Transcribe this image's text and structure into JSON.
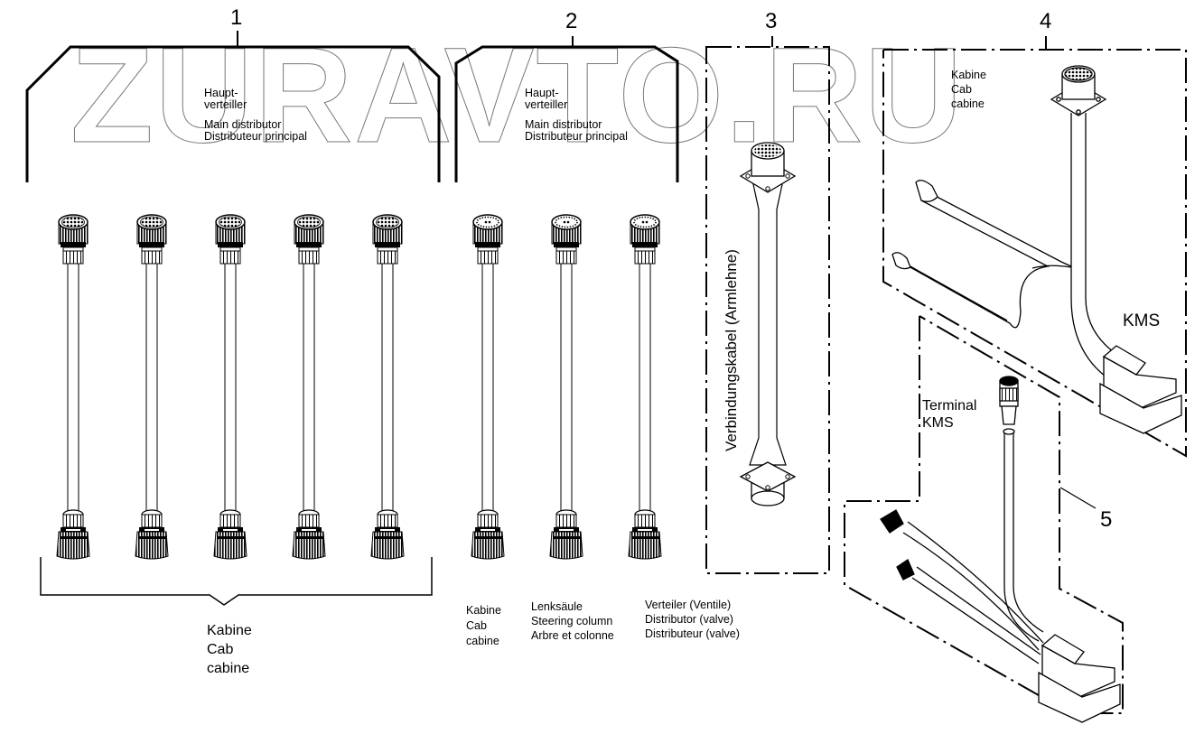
{
  "watermark": "ZURAVTO.RU",
  "groups": [
    {
      "number": "1",
      "header_lines": [
        "Haupt-",
        "verteiller"
      ],
      "header_sub": [
        "Main distributor",
        "Distributeur principal"
      ],
      "connector_count": 5,
      "connector_type": "multi-pin-round",
      "footer_lines": [
        "Kabine",
        "Cab",
        "cabine"
      ]
    },
    {
      "number": "2",
      "header_lines": [
        "Haupt-",
        "verteiller"
      ],
      "header_sub": [
        "Main distributor",
        "Distributeur principal"
      ],
      "connector_count": 3,
      "connector_type": "ring-pin-round",
      "footer_columns": [
        [
          "Kabine",
          "Cab",
          "cabine"
        ],
        [
          "Lenksäule",
          "Steering column",
          "Arbre et colonne"
        ],
        [
          "Verteiler (Ventile)",
          "Distributor (valve)",
          "Distributeur (valve)"
        ]
      ]
    },
    {
      "number": "3",
      "vertical_label": "Verbindungskabel (Armlehne)"
    },
    {
      "number": "4",
      "label_lines": [
        "Kabine",
        "Cab",
        "cabine"
      ],
      "kms_label": "KMS"
    },
    {
      "number": "5",
      "terminal_lines": [
        "Terminal",
        "KMS"
      ]
    }
  ]
}
